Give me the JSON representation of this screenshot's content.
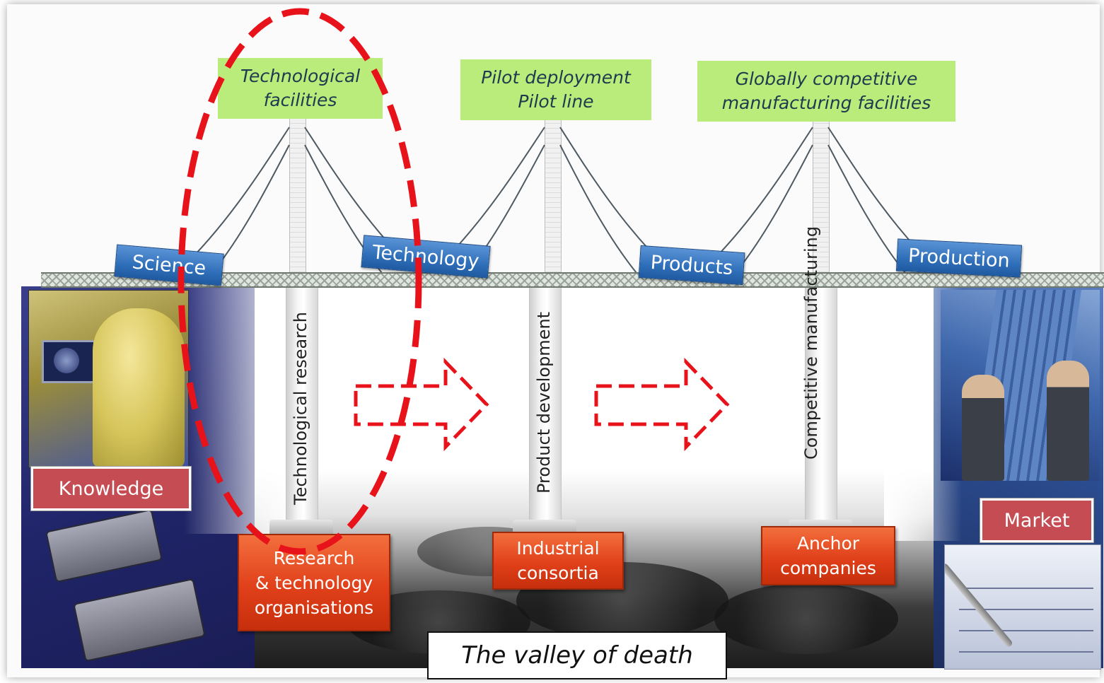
{
  "facilities": [
    {
      "line1": "Technological",
      "line2": "facilities"
    },
    {
      "line1": "Pilot deployment",
      "line2": "Pilot line"
    },
    {
      "line1": "Globally competitive",
      "line2": "manufacturing facilities"
    }
  ],
  "bridge_signs": [
    "Science",
    "Technology",
    "Products",
    "Production"
  ],
  "pillars": [
    {
      "line1": "Technological research",
      "line2": ""
    },
    {
      "line1": "Product development",
      "line2": ""
    },
    {
      "line1": "Competitive",
      "line2": "manufacturing"
    }
  ],
  "actors": [
    {
      "lines": [
        "Research",
        "& technology",
        "organisations"
      ]
    },
    {
      "lines": [
        "Industrial",
        "consortia"
      ]
    },
    {
      "lines": [
        "Anchor",
        "companies"
      ]
    }
  ],
  "endpoints": {
    "left": "Knowledge",
    "right": "Market"
  },
  "caption": "The valley of death",
  "colors": {
    "facility_box": "#b9ec7a",
    "bridge_sign": "#2f6fb9",
    "actor_box": "#e0401a",
    "endpoint_label": "#c44c52",
    "highlight": "#e8121a"
  }
}
